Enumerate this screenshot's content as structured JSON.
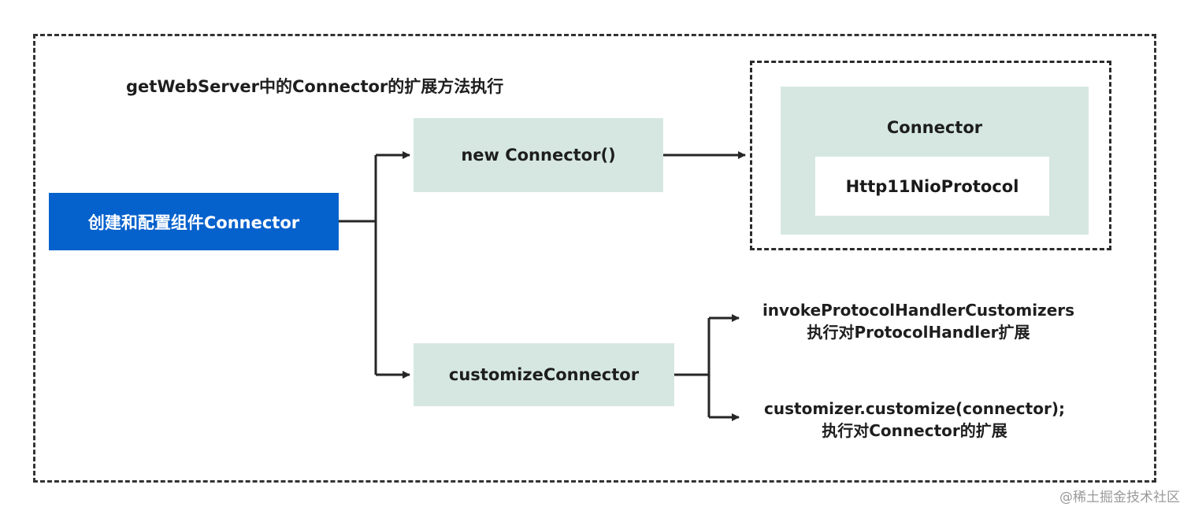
{
  "diagram": {
    "title": "getWebServer中的Connector的扩展方法执行",
    "source_box": "创建和配置组件Connector",
    "new_connector_box": "new Connector()",
    "customize_box": "customizeConnector",
    "connector_panel": {
      "label": "Connector",
      "protocol": "Http11NioProtocol"
    },
    "annotations": [
      {
        "line1": "invokeProtocolHandlerCustomizers",
        "line2": "执行对ProtocolHandler扩展"
      },
      {
        "line1": "customizer.customize(connector);",
        "line2": "执行对Connector的扩展"
      }
    ]
  },
  "watermark": "@稀土掘金技术社区",
  "colors": {
    "primary_blue": "#0561cc",
    "teal_fill": "#d6e7e2",
    "line_color": "#262626"
  }
}
